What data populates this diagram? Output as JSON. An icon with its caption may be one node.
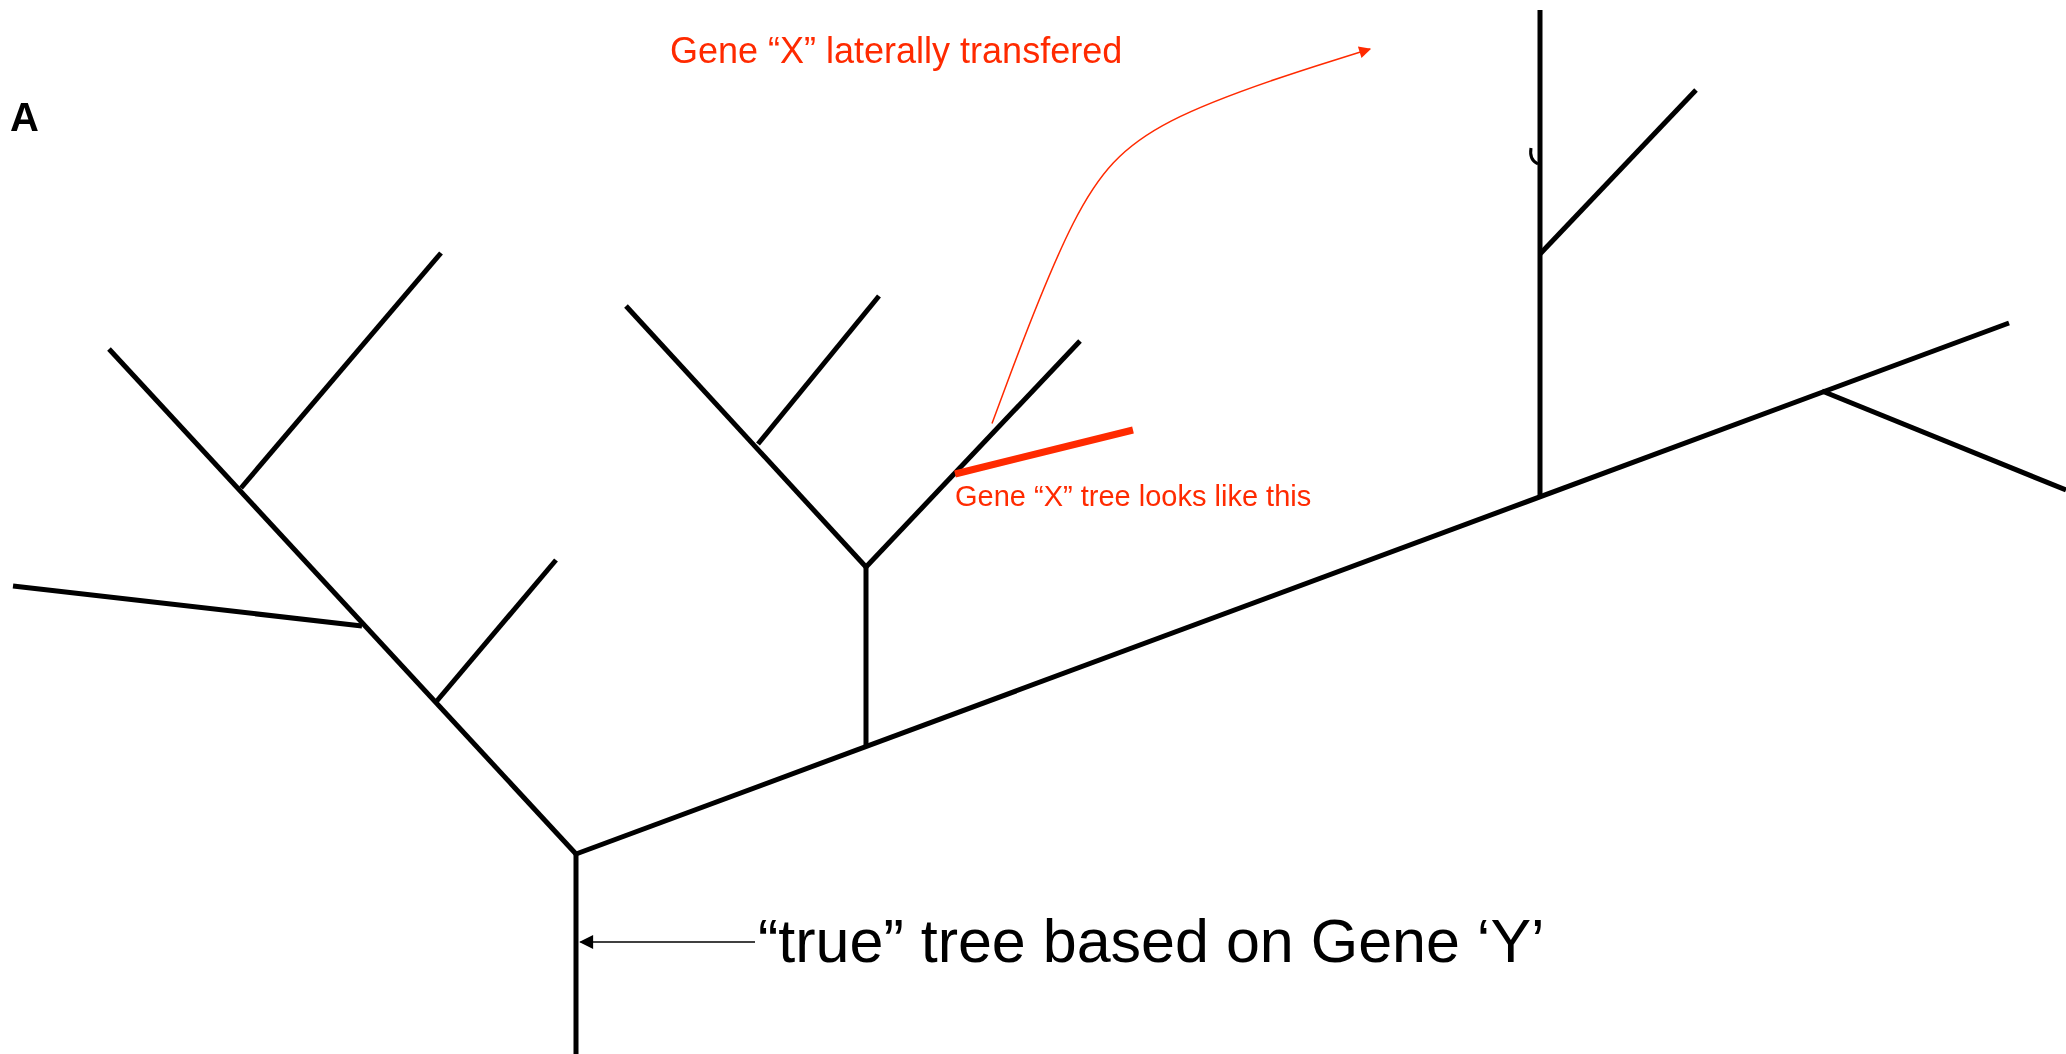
{
  "diagram": {
    "nodes": [
      {
        "text": [
          "“true” tree based on Gene ‘Y’"
        ]
      },
      {
        "text": [],
        "shape": "line"
      },
      {
        "text": [],
        "shape": "line",
        "beside": [
          "Gene “X” tree looks like this"
        ]
      }
    ],
    "edges": [
      {
        "from": 0,
        "to": 1,
        "arrow": "to"
      },
      {
        "from": 2,
        "to": null,
        "arrow": "to",
        "color": "#ff2a00"
      }
    ],
    "labels": [
      "A",
      "Gene “X” laterally transfered"
    ]
  }
}
